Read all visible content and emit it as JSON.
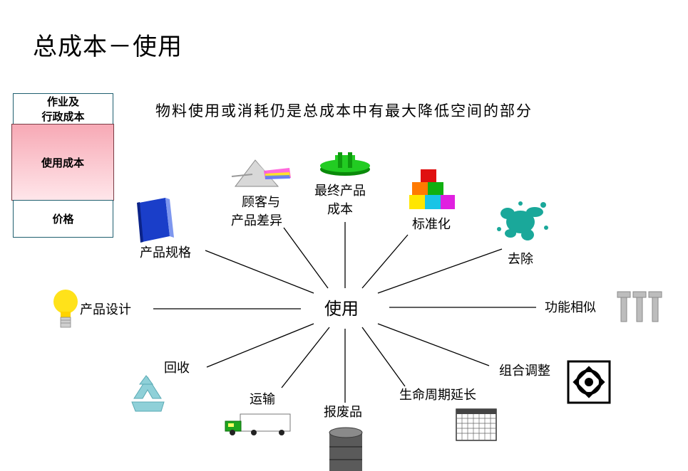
{
  "title": "总成本－使用",
  "subtitle": "物料使用或消耗仍是总成本中有最大降低空间的部分",
  "cost_stack": {
    "top": [
      "作业及",
      "行政成本"
    ],
    "middle": "使用成本",
    "bottom": "价格"
  },
  "hub": "使用",
  "spokes": {
    "product_spec": "产品规格",
    "customer_diff": [
      "顾客与",
      "产品差异"
    ],
    "final_cost": [
      "最终产品",
      "成本"
    ],
    "standardize": "标准化",
    "remove": "去除",
    "product_design": "产品设计",
    "similar_function": "功能相似",
    "recycle": "回收",
    "combine_adjust": "组合调整",
    "transport": "运输",
    "scrap": "报废品",
    "lifecycle": "生命周期延长"
  }
}
